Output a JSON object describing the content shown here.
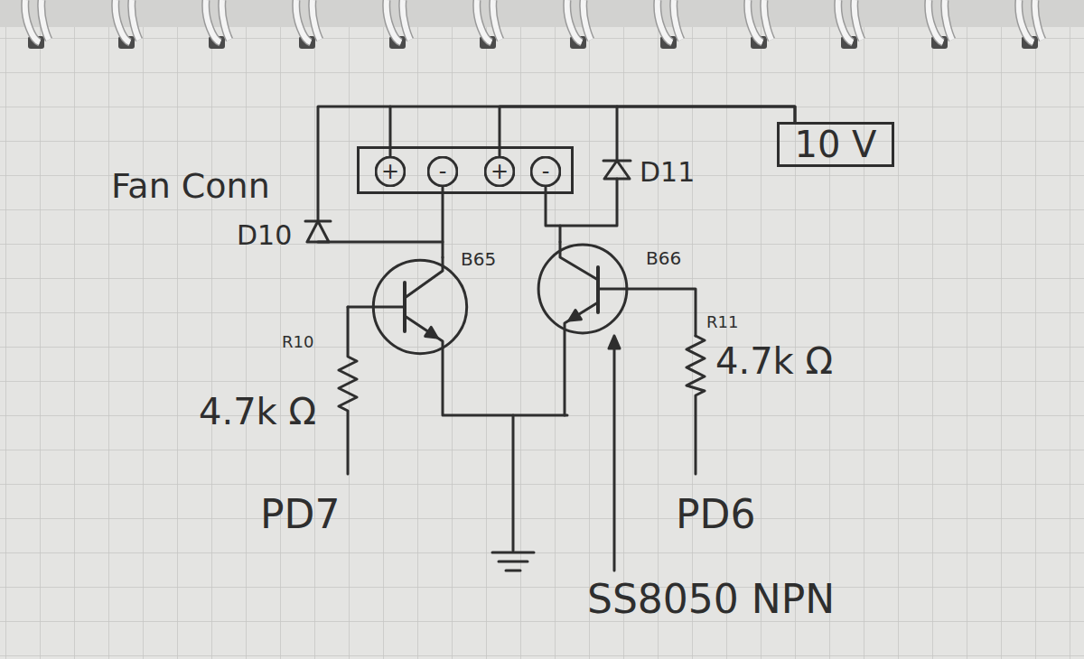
{
  "diagram": {
    "nodes": [
      {
        "text": [
          "Fan Conn"
        ]
      },
      {
        "text": [
          "+"
        ],
        "in": 0
      },
      {
        "text": [
          "-"
        ],
        "in": 0
      },
      {
        "text": [
          "+"
        ],
        "in": 0
      },
      {
        "text": [
          "-"
        ],
        "in": 0
      },
      {
        "text": [
          "10 V"
        ]
      },
      {
        "text": [
          "B65"
        ]
      },
      {
        "text": [
          "B66"
        ]
      }
    ],
    "edges": [
      {
        "from": 1,
        "to": 5,
        "arrow": "none"
      },
      {
        "from": 3,
        "to": 5,
        "arrow": "none"
      },
      {
        "from": 2,
        "to": 6,
        "arrow": "none"
      },
      {
        "from": 4,
        "to": 7,
        "arrow": "none"
      }
    ],
    "labels": [
      "D10",
      "D11",
      "R10",
      "4.7k Ω",
      "R11",
      "4.7k Ω",
      "PD7",
      "PD6",
      "SS8050 NPN"
    ]
  }
}
